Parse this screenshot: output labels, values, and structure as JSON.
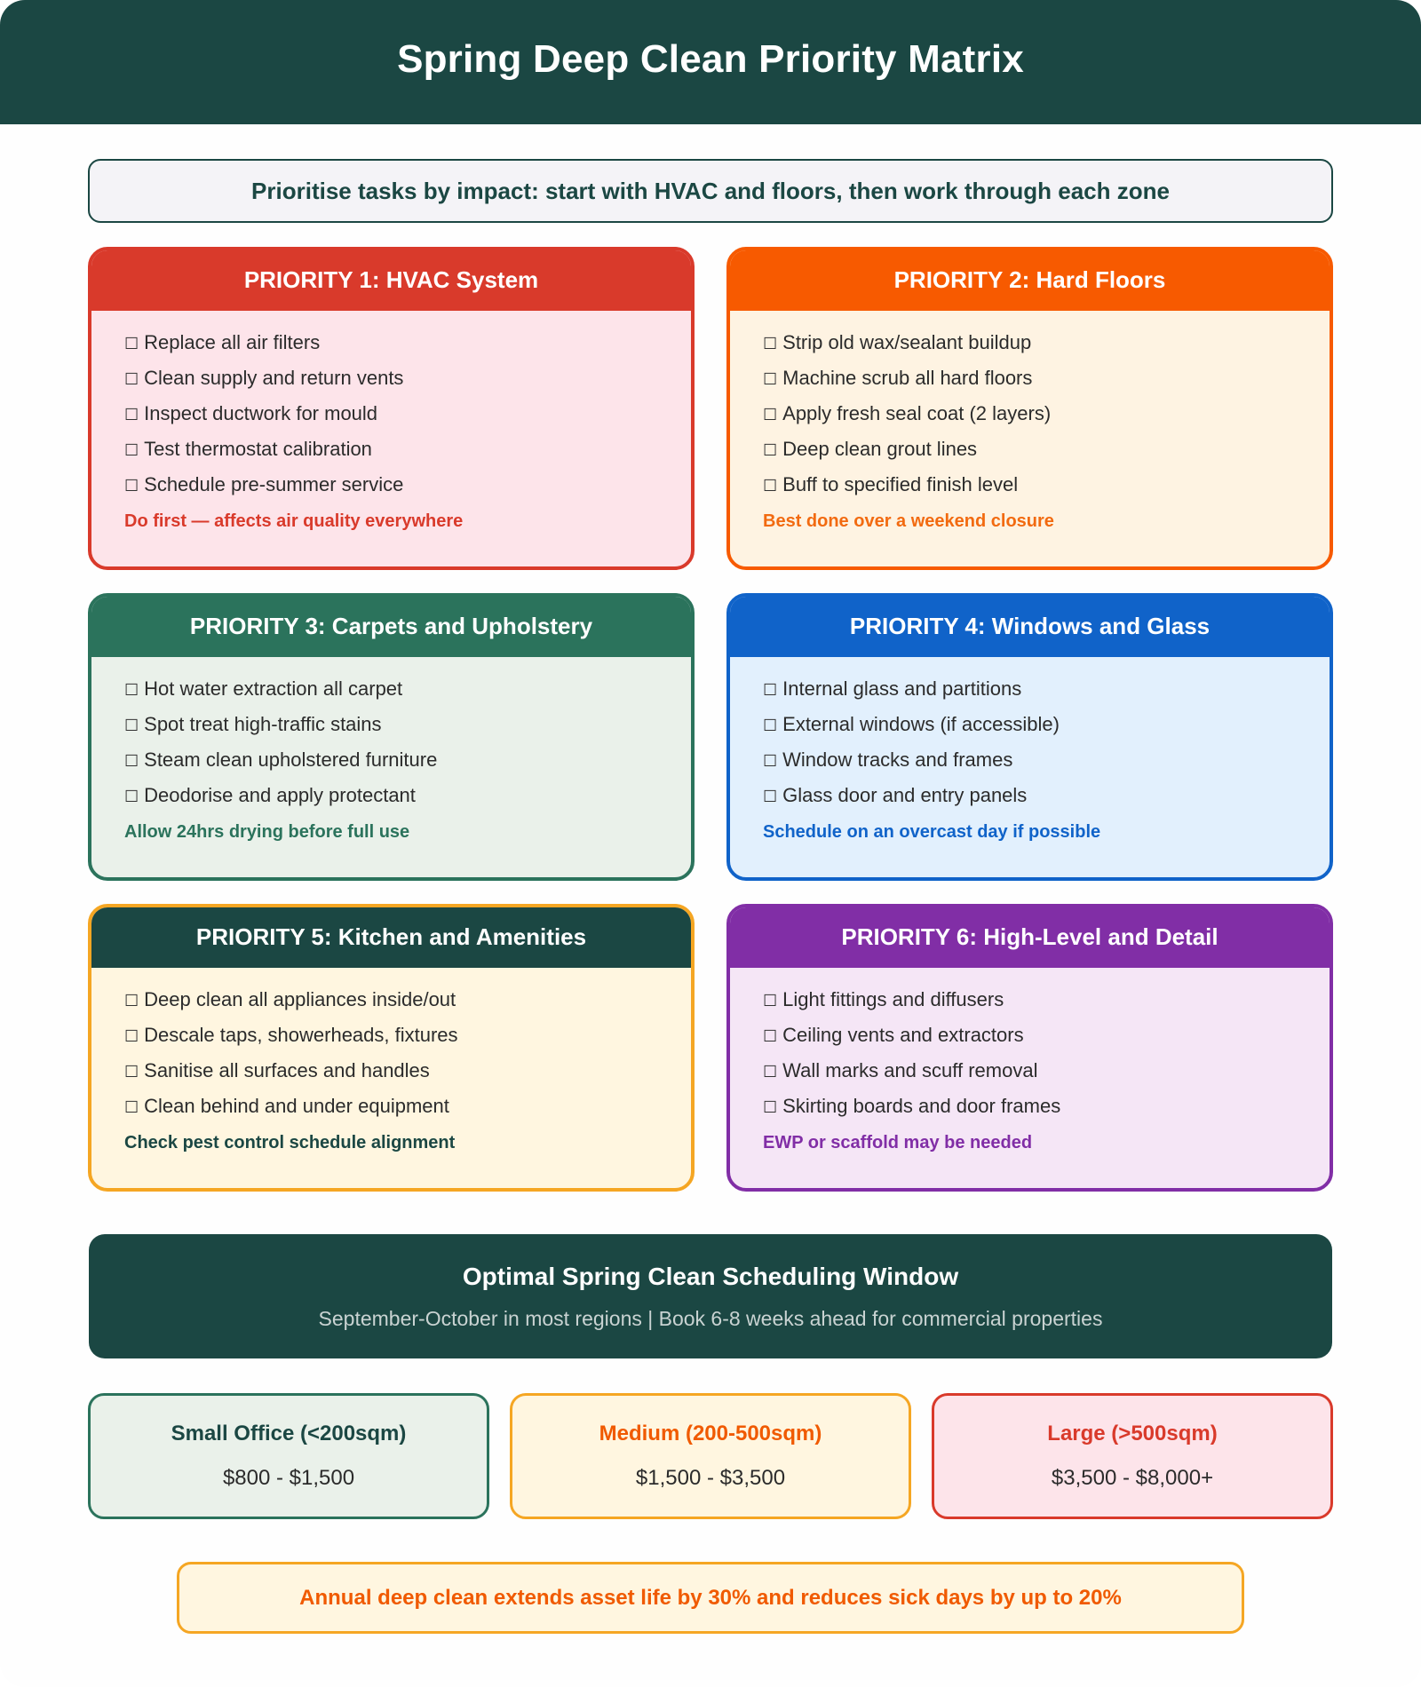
{
  "header": {
    "title": "Spring Deep Clean Priority Matrix"
  },
  "subtitle": "Prioritise tasks by impact: start with HVAC and floors, then work through each zone",
  "icons": {
    "task_checkbox": "ballot-box-icon (☐)"
  },
  "priorities": [
    {
      "title": "PRIORITY 1: HVAC System",
      "tasks": [
        "Replace all air filters",
        "Clean supply and return vents",
        "Inspect ductwork for mould",
        "Test thermostat calibration",
        "Schedule pre-summer service"
      ],
      "note": "Do first — affects air quality everywhere",
      "colors": {
        "header": "#d93a2b",
        "border": "#d93a2b",
        "body": "#fde4ea",
        "note": "#d93a2b"
      }
    },
    {
      "title": "PRIORITY 2: Hard Floors",
      "tasks": [
        "Strip old wax/sealant buildup",
        "Machine scrub all hard floors",
        "Apply fresh seal coat (2 layers)",
        "Deep clean grout lines",
        "Buff to specified finish level"
      ],
      "note": "Best done over a weekend closure",
      "colors": {
        "header": "#f75a00",
        "border": "#f75a00",
        "body": "#fef3e2",
        "note": "#f26a10"
      }
    },
    {
      "title": "PRIORITY 3: Carpets and Upholstery",
      "tasks": [
        "Hot water extraction all carpet",
        "Spot treat high-traffic stains",
        "Steam clean upholstered furniture",
        "Deodorise and apply protectant"
      ],
      "note": "Allow 24hrs drying before full use",
      "colors": {
        "header": "#2b735c",
        "border": "#2b735c",
        "body": "#eaf1ea",
        "note": "#2b735c"
      }
    },
    {
      "title": "PRIORITY 4: Windows and Glass",
      "tasks": [
        "Internal glass and partitions",
        "External windows (if accessible)",
        "Window tracks and frames",
        "Glass door and entry panels"
      ],
      "note": "Schedule on an overcast day if possible",
      "colors": {
        "header": "#1063c9",
        "border": "#1063c9",
        "body": "#e2f0fd",
        "note": "#1063c9"
      }
    },
    {
      "title": "PRIORITY 5: Kitchen and Amenities",
      "tasks": [
        "Deep clean all appliances inside/out",
        "Descale taps, showerheads, fixtures",
        "Sanitise all surfaces and handles",
        "Clean behind and under equipment"
      ],
      "note": "Check pest control schedule alignment",
      "colors": {
        "header": "#1b4743",
        "border": "#f5a623",
        "body": "#fff6e0",
        "note": "#1b4743"
      }
    },
    {
      "title": "PRIORITY 6: High-Level and Detail",
      "tasks": [
        "Light fittings and diffusers",
        "Ceiling vents and extractors",
        "Wall marks and scuff removal",
        "Skirting boards and door frames"
      ],
      "note": "EWP or scaffold may be needed",
      "colors": {
        "header": "#812ea6",
        "border": "#812ea6",
        "body": "#f5e6f6",
        "note": "#812ea6"
      }
    }
  ],
  "scheduling": {
    "title": "Optimal Spring Clean Scheduling Window",
    "subtitle": "September-October in most regions | Book 6-8 weeks ahead for commercial properties"
  },
  "pricing": [
    {
      "label": "Small Office (<200sqm)",
      "range": "$800 - $1,500",
      "colors": {
        "title": "#1b4743",
        "border": "#2b735c",
        "bg": "#eaf1ea"
      }
    },
    {
      "label": "Medium (200-500sqm)",
      "range": "$1,500 - $3,500",
      "colors": {
        "title": "#f05a00",
        "border": "#f5a623",
        "bg": "#fff6e0"
      }
    },
    {
      "label": "Large (>500sqm)",
      "range": "$3,500 - $8,000+",
      "colors": {
        "title": "#d93a2b",
        "border": "#d93a2b",
        "bg": "#fde4ea"
      }
    }
  ],
  "footer_banner": "Annual deep clean extends asset life by 30% and reduces sick days by up to 20%"
}
